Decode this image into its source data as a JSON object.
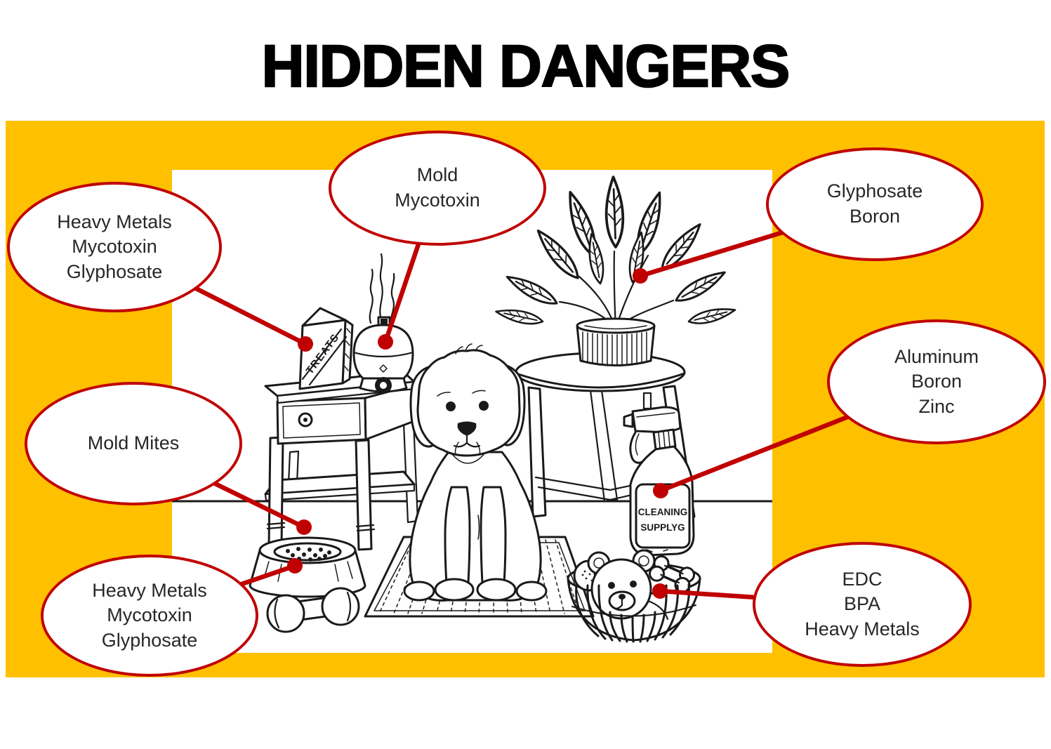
{
  "title": "HIDDEN DANGERS",
  "colors": {
    "panel_yellow": "#FFC000",
    "callout_red": "#C00000",
    "ink": "#1A1A1A"
  },
  "callouts": [
    {
      "id": "treats",
      "text": "Heavy Metals\nMycotoxin\nGlyphosate"
    },
    {
      "id": "diffuser",
      "text": "Mold\nMycotoxin"
    },
    {
      "id": "plant",
      "text": "Glyphosate\nBoron"
    },
    {
      "id": "floor",
      "text": "Mold Mites"
    },
    {
      "id": "spray",
      "text": "Aluminum\nBoron\nZinc"
    },
    {
      "id": "bowl",
      "text": "Heavy Metals\nMycotoxin\nGlyphosate"
    },
    {
      "id": "toys",
      "text": "EDC\nBPA\nHeavy Metals"
    }
  ],
  "scene_labels": {
    "treats_box": "TREATS",
    "spray_bottle_line1": "CLEANING",
    "spray_bottle_line2": "SUPPLYG"
  }
}
